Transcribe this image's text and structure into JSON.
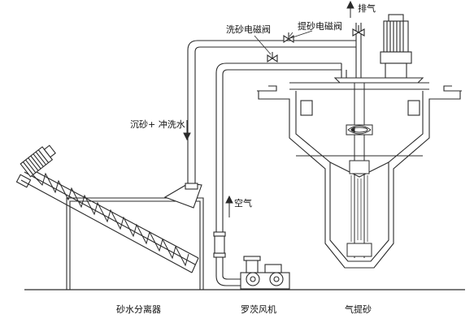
{
  "labels": {
    "exhaust": "排气",
    "wash_valve": "洗砂电磁阀",
    "lift_valve": "提砂电磁阀",
    "sand_water_in": "沉砂+ 冲洗水",
    "air": "空气",
    "separator": "砂水分离器",
    "blower": "罗茨风机",
    "airlift": "气提砂"
  },
  "colors": {
    "line": "#2a2a2a",
    "hatch": "#4a4a4a",
    "fill": "#ffffff"
  }
}
